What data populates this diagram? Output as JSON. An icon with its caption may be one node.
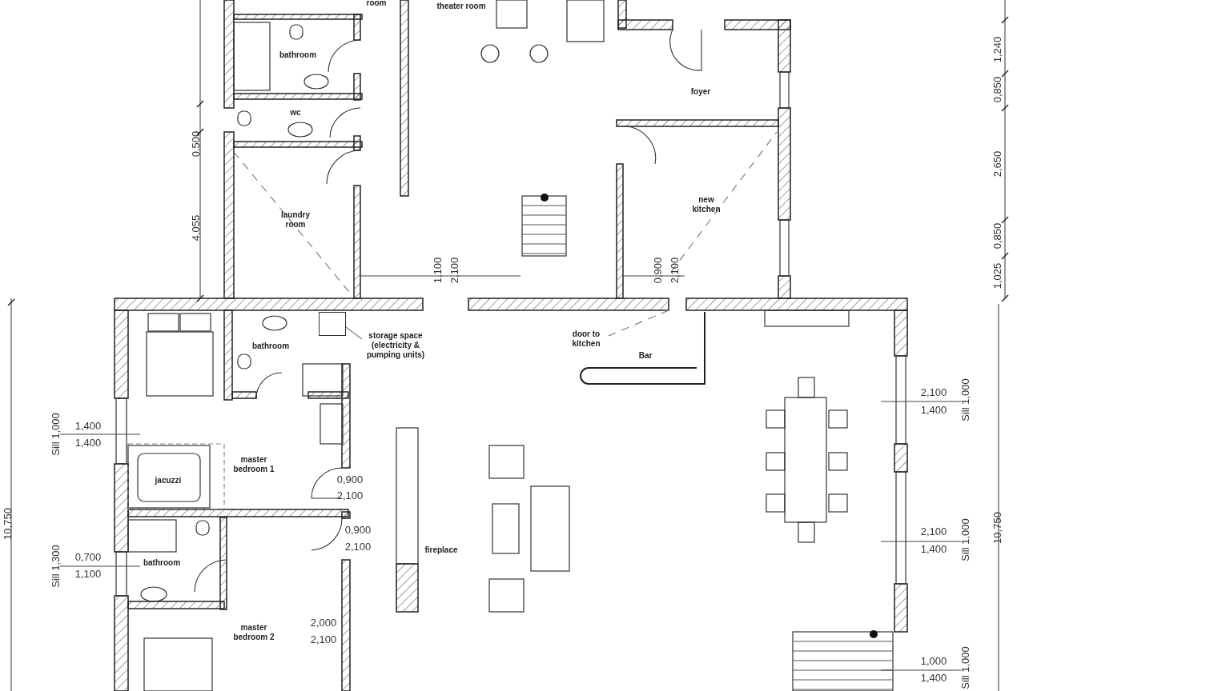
{
  "diagram": {
    "nodes": [
      {
        "text": [
          "storage space (electricity & pumping units)"
        ]
      },
      {
        "text": [],
        "shape": "box"
      }
    ],
    "edges": [
      {
        "from": 0,
        "to": 1,
        "arrow": "none"
      }
    ],
    "labels": [
      "room",
      "theater room",
      "bathroom",
      "1,240",
      "0,850",
      "foyer",
      "wc",
      "0,500",
      "2,650",
      "new kitchen",
      "laundry room",
      "4,055",
      "0,850",
      "1,100",
      "2,100",
      "0,900",
      "2,100",
      "1,025",
      "bathroom",
      "door to kitchen",
      "Bar",
      "2,100",
      "1,400",
      "Sill 1,000",
      "Sill 1,000",
      "1,400",
      "1,400",
      "jacuzzi",
      "master bedroom 1",
      "0,900",
      "2,100",
      "10,750",
      "10,750",
      "0,900",
      "2,100",
      "2,100",
      "1,400",
      "Sill 1,000",
      "fireplace",
      "Sill 1,300",
      "0,700",
      "1,100",
      "bathroom",
      "2,000",
      "2,100",
      "master bedroom 2",
      "1,000",
      "1,400",
      "Sill 1,000"
    ]
  }
}
